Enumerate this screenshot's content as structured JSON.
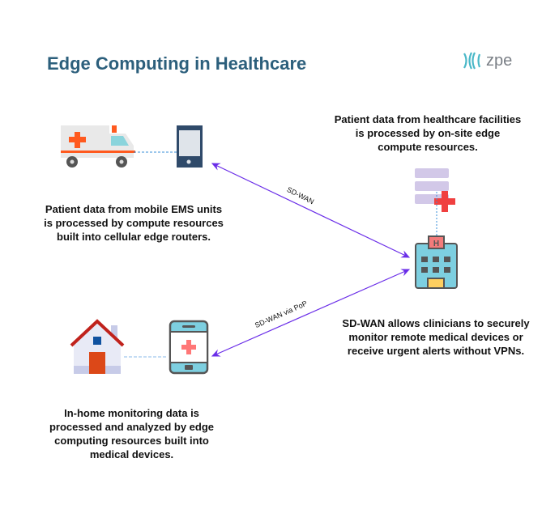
{
  "title": "Edge Computing in Healthcare",
  "logo": {
    "text": "zpe"
  },
  "captions": {
    "ems": "Patient data from mobile EMS units is processed by compute resources built into cellular edge routers.",
    "facility": "Patient data from healthcare facilities is processed by on-site edge compute resources.",
    "sdwan": "SD-WAN allows clinicians to securely monitor remote medical devices or receive urgent alerts without VPNs.",
    "home": "In-home monitoring data is processed and analyzed by edge computing resources built into medical devices."
  },
  "links": {
    "top": "SD-WAN",
    "bottom": "SD-WAN via PoP"
  },
  "colors": {
    "title": "#2c5f7c",
    "arrow": "#6a2de8",
    "dash": "#3a8fd8"
  }
}
